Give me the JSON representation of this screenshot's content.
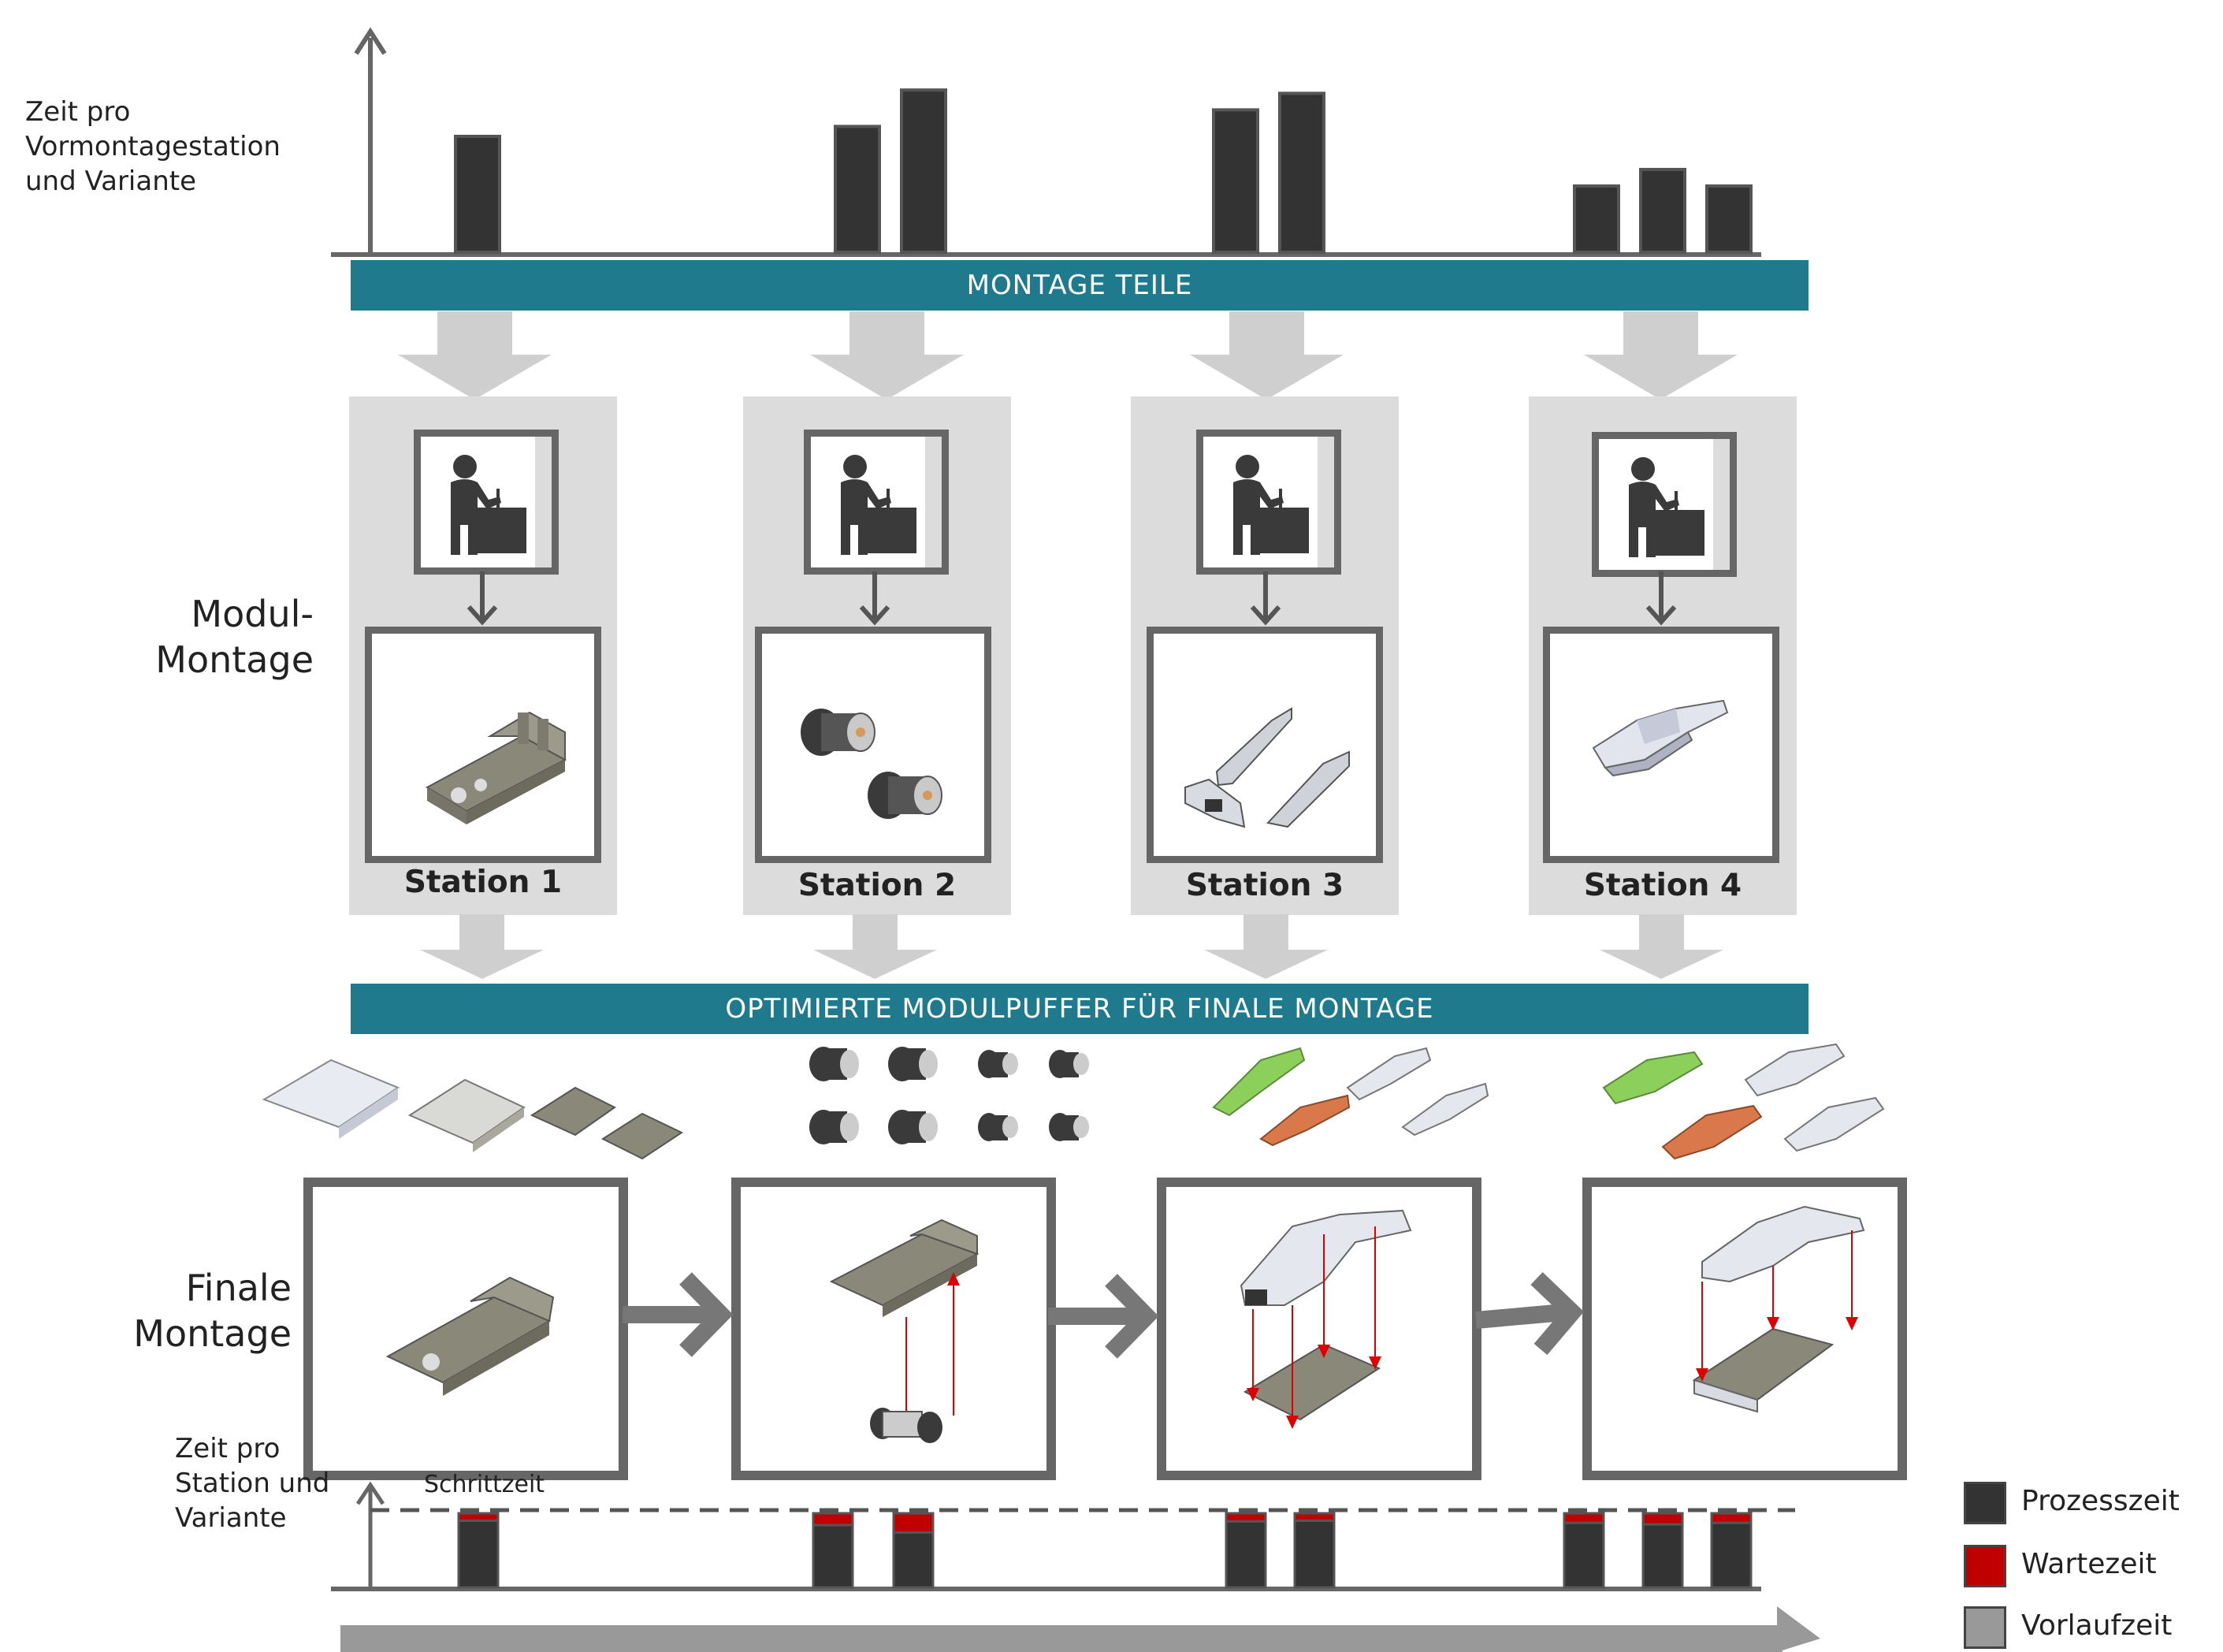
{
  "top_axis_label": "Zeit pro\nVormontagestation\nund Variante",
  "banner_top": "MONTAGE TEILE",
  "banner_mid": "OPTIMIERTE MODULPUFFER FÜR FINALE MONTAGE",
  "modul_label": "Modul-\nMontage",
  "final_label": "Finale\nMontage",
  "bottom_axis_label": "Zeit pro\nStation und\nVariante",
  "schrittzeit_label": "Schrittzeit",
  "stations": [
    {
      "name": "Station 1",
      "part": "chassis-part"
    },
    {
      "name": "Station 2",
      "part": "motor-part"
    },
    {
      "name": "Station 3",
      "part": "side-panel-part"
    },
    {
      "name": "Station 4",
      "part": "cover-part"
    }
  ],
  "top_chart": {
    "groups": [
      {
        "values": [
          0.7
        ]
      },
      {
        "values": [
          0.76,
          0.98
        ]
      },
      {
        "values": [
          0.86,
          0.96
        ]
      },
      {
        "values": [
          0.4,
          0.5,
          0.4
        ]
      }
    ]
  },
  "bottom_chart": {
    "bars": [
      {
        "wait": 0.1
      },
      {
        "wait": 0.16
      },
      {
        "wait": 0.26
      },
      {
        "wait": 0.11
      },
      {
        "wait": 0.1
      },
      {
        "wait": 0.13
      },
      {
        "wait": 0.15
      },
      {
        "wait": 0.13
      }
    ]
  },
  "legend": [
    {
      "label": "Prozesszeit",
      "color": "#333333"
    },
    {
      "label": "Wartezeit",
      "color": "#c00000"
    },
    {
      "label": "Vorlaufzeit",
      "color": "#999999"
    }
  ],
  "colors": {
    "teal": "#1e7a8c",
    "bar": "#333333",
    "wait": "#c00000",
    "arrow": "#cfcfcf",
    "flow": "#777777"
  }
}
